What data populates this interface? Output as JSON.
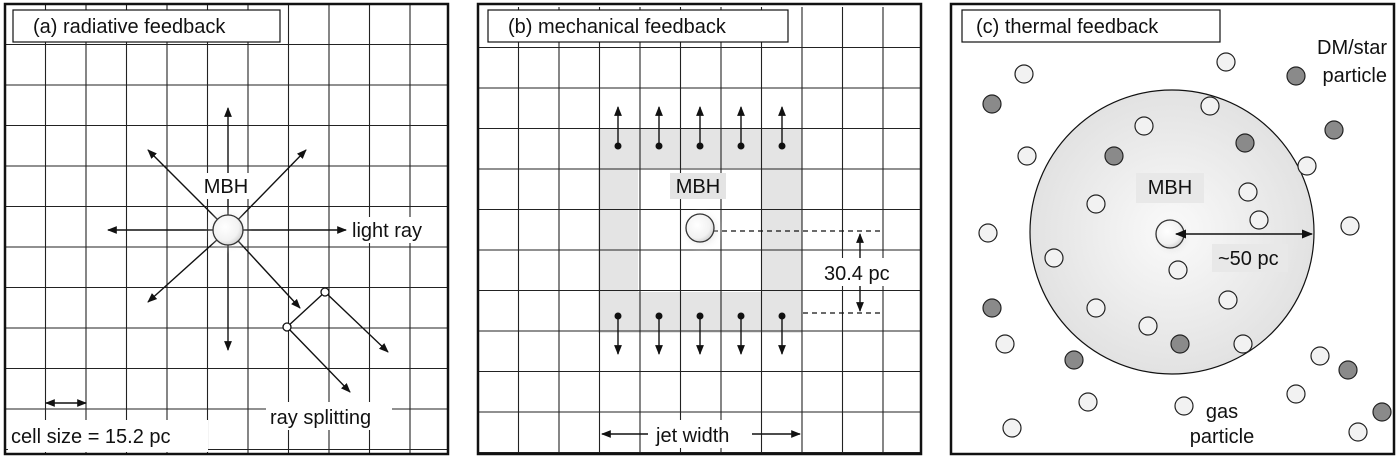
{
  "panels": {
    "a": {
      "title": "(a)  radiative feedback",
      "center_label": "MBH",
      "ray_label": "light ray",
      "splitting_label": "ray splitting",
      "cell_label": "cell size = 15.2 pc"
    },
    "b": {
      "title": "(b)  mechanical feedback",
      "center_label": "MBH",
      "distance_label": "30.4 pc",
      "width_label": "jet width"
    },
    "c": {
      "title": "(c)    thermal feedback",
      "center_label": "MBH",
      "radius_label": "~50 pc",
      "dm_label_1": "DM/star",
      "dm_label_2": "particle",
      "gas_label_1": "gas",
      "gas_label_2": "particle"
    }
  },
  "colors": {
    "grid": "#222222",
    "jet_region": "#e6e6e6",
    "gas_particle": "#f2f2f2",
    "dm_particle": "#8a8a8a",
    "sphere": "#ececec"
  }
}
